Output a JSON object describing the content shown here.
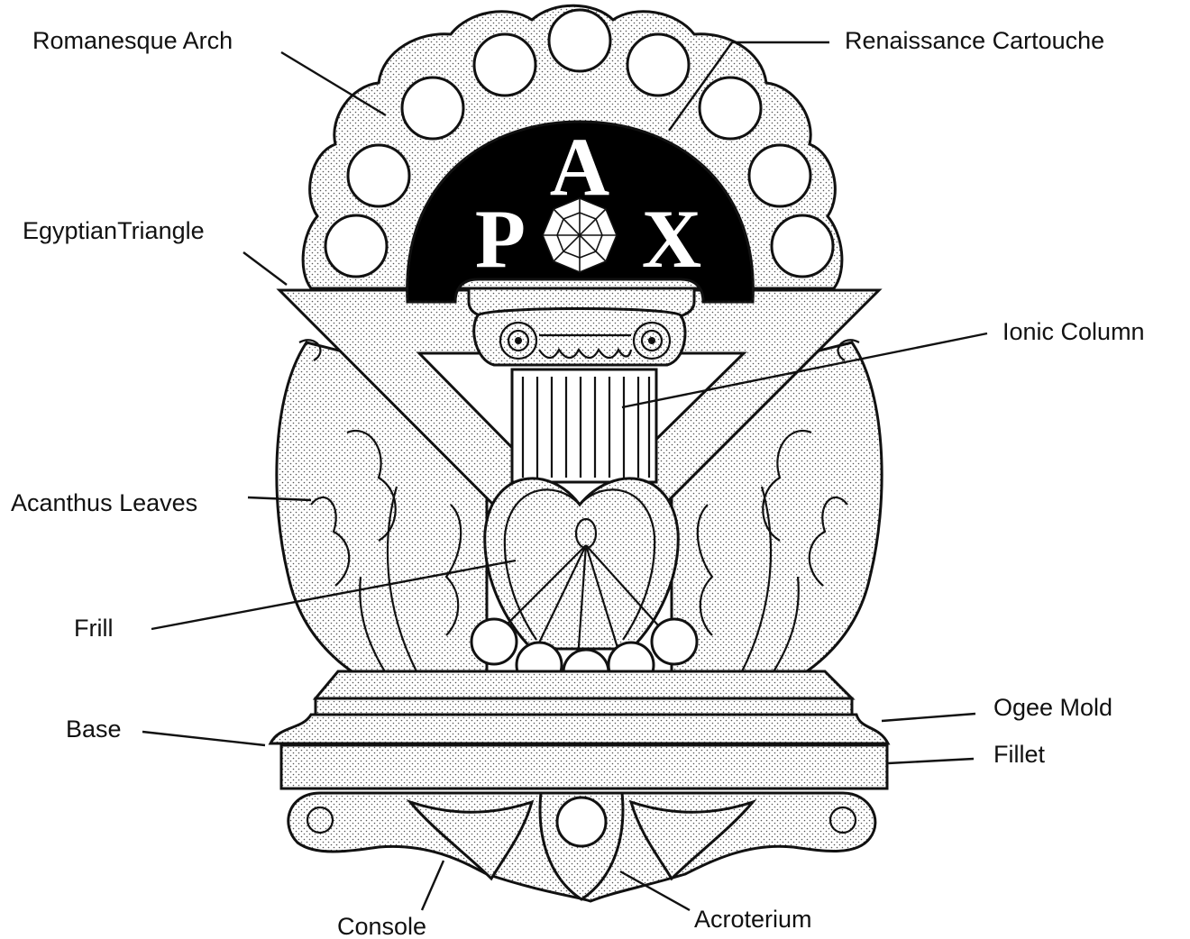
{
  "figure": {
    "monogram": {
      "top": "A",
      "left": "P",
      "right": "X"
    },
    "labels": {
      "romanesque_arch": "Romanesque Arch",
      "renaissance_cartouche": "Renaissance Cartouche",
      "egyptian_triangle": "EgyptianTriangle",
      "ionic_column": "Ionic Column",
      "acanthus_leaves": "Acanthus Leaves",
      "frill": "Frill",
      "base": "Base",
      "ogee_mold": "Ogee Mold",
      "fillet": "Fillet",
      "console": "Console",
      "acroterium": "Acroterium"
    }
  },
  "colors": {
    "ink": "#111111",
    "stipple_fill": "#f2f2f2",
    "background": "#ffffff",
    "cartouche": "#000000"
  }
}
